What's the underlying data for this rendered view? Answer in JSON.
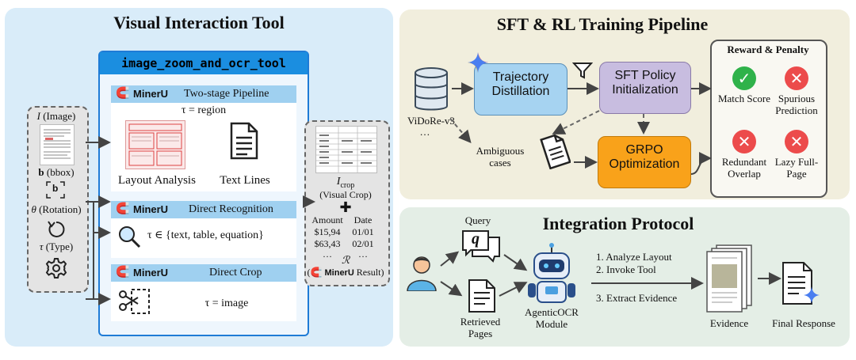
{
  "left_panel": {
    "title": "Visual Interaction Tool",
    "inputs": {
      "image_symbol": "I",
      "image_label": "(Image)",
      "bbox_symbol": "b",
      "bbox_label": "(bbox)",
      "bbox_icon_char": "b",
      "rotation_symbol": "θ",
      "rotation_label": "(Rotation)",
      "type_symbol": "τ",
      "type_label": "(Type)"
    },
    "tool": {
      "name": "image_zoom_and_ocr_tool",
      "brand": "MinerU",
      "pipeline": {
        "title": "Two-stage Pipeline",
        "tau": "τ = region",
        "layout_label": "Layout Analysis",
        "lines_label": "Text Lines"
      },
      "direct_recognition": {
        "title": "Direct Recognition",
        "tau": "τ ∈ {text, table, equation}"
      },
      "direct_crop": {
        "title": "Direct Crop",
        "tau": "τ = image"
      }
    },
    "output": {
      "crop_symbol": "I",
      "crop_subscript": "crop",
      "crop_label": "(Visual Crop)",
      "plus": "✚",
      "table_headers": [
        "Amount",
        "Date"
      ],
      "table_rows": [
        [
          "$15,94",
          "01/01"
        ],
        [
          "$63,43",
          "02/01"
        ],
        [
          "…",
          "…"
        ]
      ],
      "result_symbol": "ℛ",
      "result_prefix": "(",
      "result_brand": "MinerU",
      "result_suffix": "Result)"
    }
  },
  "sft_panel": {
    "title": "SFT & RL Training Pipeline",
    "dataset_label": "ViDoRe-v3",
    "dataset_more": "…",
    "trajectory": "Trajectory Distillation",
    "sft": "SFT Policy Initialization",
    "ambiguous": "Ambiguous cases",
    "grpo": "GRPO Optimization",
    "reward": {
      "title": "Reward & Penalty",
      "items": [
        {
          "icon": "✓",
          "label": "Match Score",
          "color": "#2fb24a"
        },
        {
          "icon": "✕",
          "label": "Spurious Prediction",
          "color": "#ec4b4b"
        },
        {
          "icon": "✕",
          "label": "Redundant Overlap",
          "color": "#ec4b4b"
        },
        {
          "icon": "✕",
          "label": "Lazy Full-Page",
          "color": "#ec4b4b"
        }
      ]
    }
  },
  "integration_panel": {
    "title": "Integration Protocol",
    "query": "Query",
    "query_glyph": "q",
    "retrieved": "Retrieved Pages",
    "agent": "AgenticOCR Module",
    "steps": [
      "1. Analyze Layout",
      "2. Invoke Tool",
      "3. Extract Evidence"
    ],
    "evidence": "Evidence",
    "final": "Final Response"
  },
  "colors": {
    "tool_blue": "#1b8ee0",
    "trajectory_box": "#a6d3f1",
    "sft_box": "#c8bde0",
    "grpo_box": "#f9a21a",
    "check_green": "#2fb24a",
    "cross_red": "#ec4b4b"
  }
}
